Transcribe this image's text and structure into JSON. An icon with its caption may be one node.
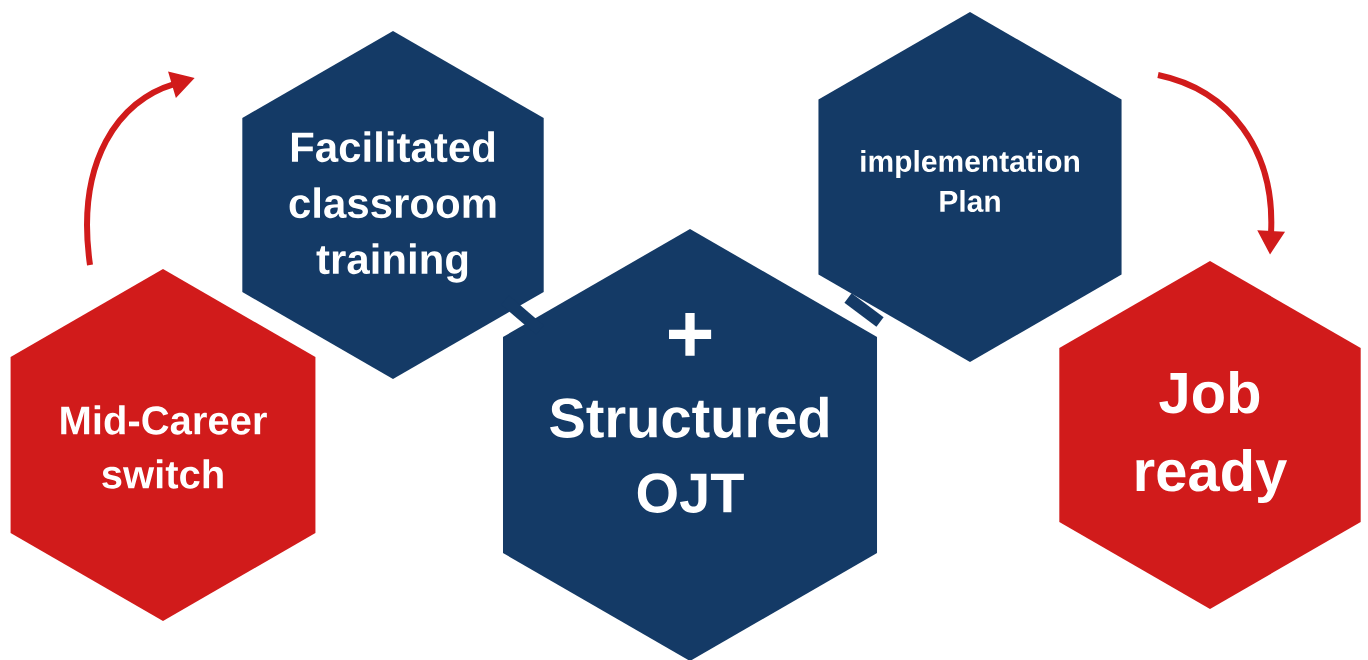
{
  "diagram": {
    "nodes": [
      {
        "text": [
          "Mid-Career switch"
        ]
      },
      {
        "text": [
          "Facilitated classroom training"
        ]
      },
      {
        "text": [
          "+",
          "Structured OJT"
        ]
      },
      {
        "text": [
          "implementation Plan"
        ]
      },
      {
        "text": [
          "Job ready"
        ]
      }
    ],
    "edges": [
      {
        "from": 0,
        "to": 1,
        "arrow": "to",
        "color": "#d11b1b"
      },
      {
        "from": 1,
        "to": 2,
        "arrow": "none",
        "style": "thick",
        "color": "#143a66"
      },
      {
        "from": 2,
        "to": 3,
        "arrow": "none",
        "style": "thick",
        "color": "#143a66"
      },
      {
        "from": 3,
        "to": 4,
        "arrow": "to",
        "color": "#d11b1b"
      }
    ]
  }
}
